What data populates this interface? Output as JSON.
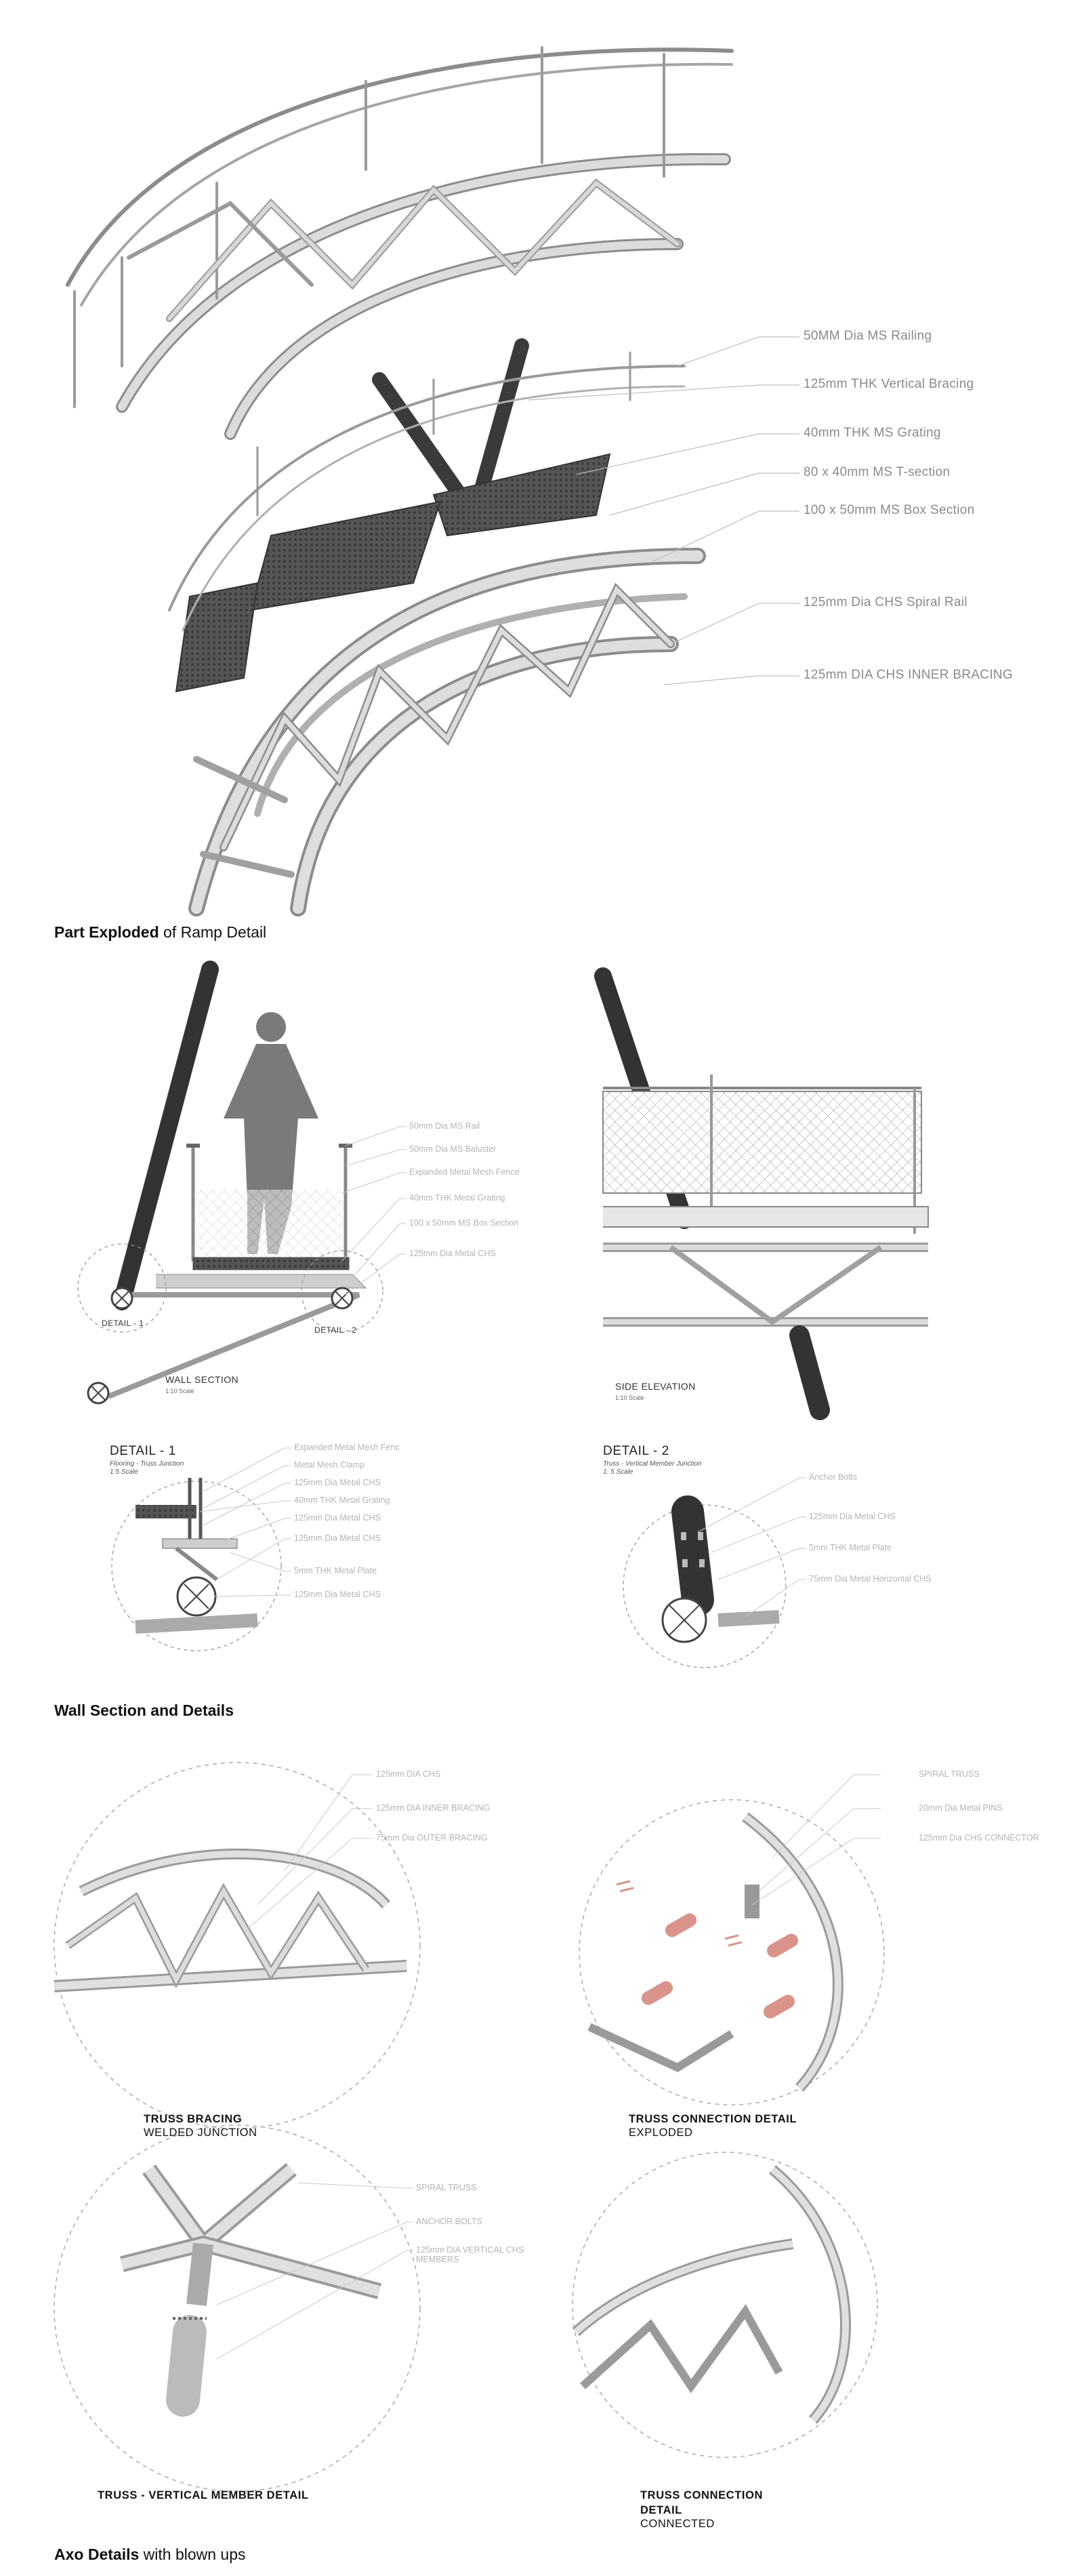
{
  "section1": {
    "title_bold": "Part Exploded",
    "title_rest": " of Ramp Detail",
    "callouts": [
      "50MM Dia MS Railing",
      "125mm THK Vertical Bracing",
      "40mm THK MS Grating",
      "80 x 40mm MS T-section",
      "100 x 50mm MS Box Section",
      "125mm Dia CHS Spiral Rail",
      "125mm DIA CHS INNER BRACING"
    ]
  },
  "section2": {
    "title": "Wall Section and Details",
    "wall_section": {
      "caption": "WALL SECTION",
      "scale": "1:10 Scale",
      "detail1_marker": "DETAIL - 1",
      "detail2_marker": "DETAIL - 2",
      "callouts": [
        "50mm Dia MS Rail",
        "50mm Dia MS Baluster",
        "Expanded Metal Mesh Fence",
        "40mm THK Metal Grating",
        "100 x 50mm MS Box Section",
        "125mm Dia Metal CHS"
      ]
    },
    "side_elevation": {
      "caption": "SIDE ELEVATION",
      "scale": "1:10 Scale"
    },
    "detail1": {
      "title": "DETAIL - 1",
      "sub1": "Flooring - Truss Junction",
      "sub2": "1:5 Scale",
      "callouts": [
        "Expanded Metal Mesh Fenc",
        "Metal Mesh Clamp",
        "125mm Dia Metal CHS",
        "40mm THK Metal Grating",
        "125mm Dia Metal CHS",
        "125mm Dia Metal CHS",
        "5mm THK Metal Plate",
        "125mm Dia Metal CHS"
      ]
    },
    "detail2": {
      "title": "DETAIL - 2",
      "sub1": "Truss - Vertical Member Junction",
      "sub2": "1: 5 Scale",
      "callouts": [
        "Anchor Bolts",
        "125mm Dia Metal CHS",
        "5mm THK Metal Plate",
        "75mm Dia Metal Horizontal CHS"
      ]
    }
  },
  "section3": {
    "title_bold": "Axo Details",
    "title_rest": " with blown ups",
    "truss_bracing": {
      "caption_bold": "TRUSS BRACING",
      "caption_rest": "WELDED JUNCTION",
      "callouts": [
        "125mm DIA CHS",
        "125mm DIA INNER BRACING",
        "75mm Dia OUTER BRACING"
      ]
    },
    "truss_connection_exploded": {
      "caption_bold": "TRUSS CONNECTION DETAIL",
      "caption_rest": "EXPLODED",
      "callouts": [
        "SPIRAL TRUSS",
        "20mm Dia Metal PINS",
        "125mm Dia CHS CONNECTOR"
      ]
    },
    "truss_vertical": {
      "caption_bold": "TRUSS - VERTICAL MEMBER DETAIL",
      "callouts": [
        "SPIRAL TRUSS",
        "ANCHOR BOLTS",
        "125mm DIA VERTICAL CHS",
        "MEMBERS"
      ]
    },
    "truss_connection_connected": {
      "caption_bold1": "TRUSS CONNECTION",
      "caption_bold2": "DETAIL",
      "caption_rest": "CONNECTED"
    }
  },
  "colors": {
    "steel_light": "#d9d9d9",
    "steel_mid": "#b5b5b5",
    "steel_dark": "#7a7a7a",
    "grating": "#4a4a4a",
    "column": "#3a3a3a",
    "pins": "#d9938a",
    "leader": "#b8b8b8"
  }
}
